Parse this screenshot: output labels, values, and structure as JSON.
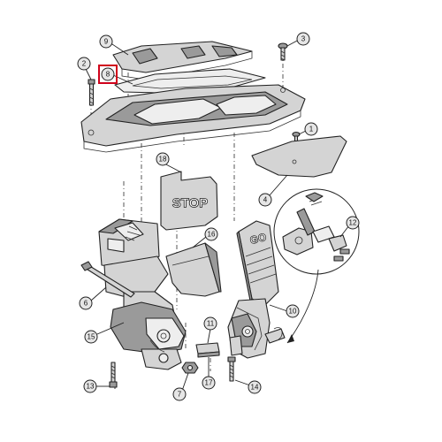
{
  "diagram": {
    "callouts": [
      {
        "id": "callout-1",
        "label": "1"
      },
      {
        "id": "callout-2",
        "label": "2"
      },
      {
        "id": "callout-3",
        "label": "3"
      },
      {
        "id": "callout-4",
        "label": "4"
      },
      {
        "id": "callout-6",
        "label": "6"
      },
      {
        "id": "callout-7",
        "label": "7"
      },
      {
        "id": "callout-8",
        "label": "8"
      },
      {
        "id": "callout-9",
        "label": "9"
      },
      {
        "id": "callout-10",
        "label": "10"
      },
      {
        "id": "callout-11",
        "label": "11"
      },
      {
        "id": "callout-12",
        "label": "12"
      },
      {
        "id": "callout-13",
        "label": "13"
      },
      {
        "id": "callout-14",
        "label": "14"
      },
      {
        "id": "callout-15",
        "label": "15"
      },
      {
        "id": "callout-16",
        "label": "16"
      },
      {
        "id": "callout-17",
        "label": "17"
      },
      {
        "id": "callout-18",
        "label": "18"
      }
    ],
    "pedal_labels": {
      "stop": "STOP",
      "go": "GO"
    },
    "highlighted_callout": "8",
    "colors": {
      "highlight": "#d0021b",
      "part_fill": "#d4d4d4",
      "line": "#222222"
    }
  }
}
